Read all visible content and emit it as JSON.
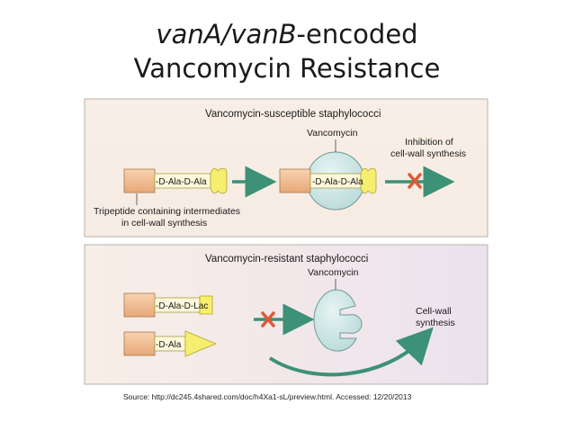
{
  "slide": {
    "title_italic_1": "vanA/vanB",
    "title_rest_1": "-encoded",
    "title_line_2": "Vancomycin Resistance",
    "source": "Source: http://dc245.4shared.com/doc/h4Xa1-sL/preview.html.  Accessed: 12/20/2013"
  },
  "panel_top": {
    "heading": "Vancomycin-susceptible staphylococci",
    "substrate_label": "-D-Ala-D-Ala",
    "bound_label": "-D-Ala-D-Ala",
    "vancomycin_label": "Vancomycin",
    "result_line1": "Inhibition of",
    "result_line2": "cell-wall synthesis",
    "caption_line1": "Tripeptide containing intermediates",
    "caption_line2": "in cell-wall synthesis"
  },
  "panel_bottom": {
    "heading": "Vancomycin-resistant staphylococci",
    "substrate1_label": "-D-Ala-D-Lac",
    "substrate2_label": "-D-Ala",
    "vancomycin_label": "Vancomycin",
    "result_line1": "Cell-wall",
    "result_line2": "synthesis"
  },
  "colors": {
    "panel_fill": "#f8eee6",
    "panel_bottom_fill": "#f1e8ee",
    "block_fill": "#f2bf93",
    "yellow": "#f6ee6e",
    "vancomycin_fill": "#c9e6e4",
    "arrow_green": "#3c9176",
    "x_red": "#dd5a36"
  }
}
